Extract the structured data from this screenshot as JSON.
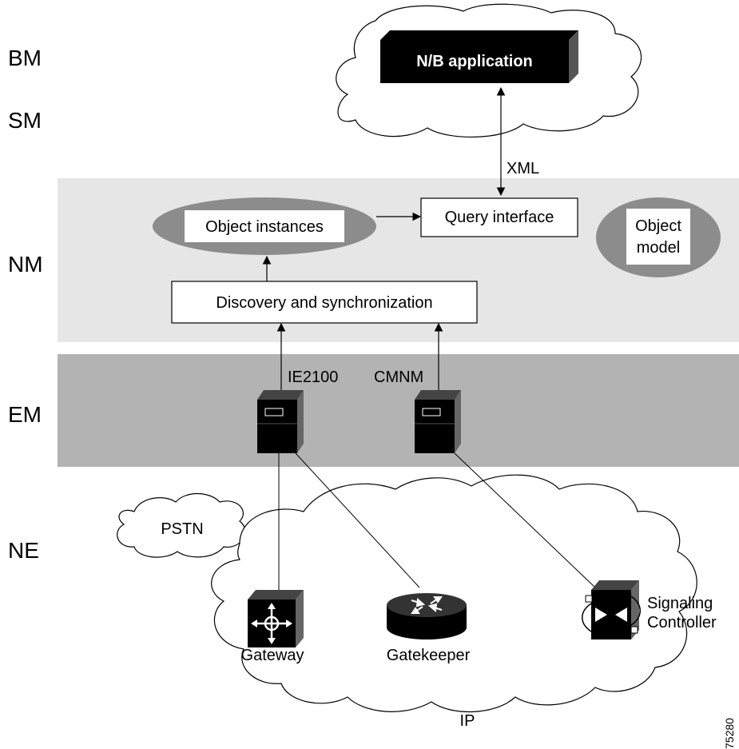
{
  "layers": {
    "bm": "BM",
    "sm": "SM",
    "nm": "NM",
    "em": "EM",
    "ne": "NE"
  },
  "nb_application": "N/B application",
  "xml": "XML",
  "object_instances": "Object instances",
  "query_interface": "Query interface",
  "object_model": {
    "line1": "Object",
    "line2": "model"
  },
  "discovery": "Discovery and synchronization",
  "ie2100": "IE2100",
  "cmnm": "CMNM",
  "pstn": "PSTN",
  "gateway": "Gateway",
  "gatekeeper": "Gatekeeper",
  "signaling": {
    "line1": "Signaling",
    "line2": "Controller"
  },
  "ip": "IP",
  "figure_id": "75280",
  "colors": {
    "nm_band": "#e6e6e6",
    "em_band": "#b3b3b3",
    "ellipse": "#8c8c8c",
    "device": "#000000"
  }
}
